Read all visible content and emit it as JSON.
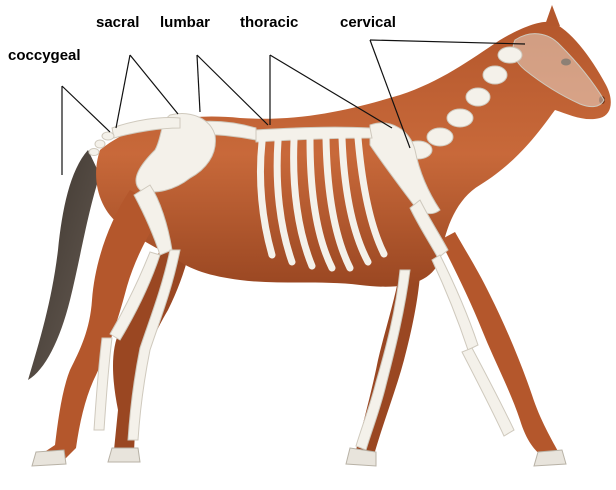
{
  "labels": {
    "coccygeal": "coccygeal",
    "sacral": "sacral",
    "lumbar": "lumbar",
    "thoracic": "thoracic",
    "cervical": "cervical"
  },
  "colors": {
    "coat": "#c8693a",
    "coat_dark": "#8f3f1e",
    "coat_light": "#e3956a",
    "bone": "#f4f1ea",
    "bone_shadow": "#cfc9bd",
    "tail": "#2e2a26",
    "hoof": "#e8e4dc"
  }
}
